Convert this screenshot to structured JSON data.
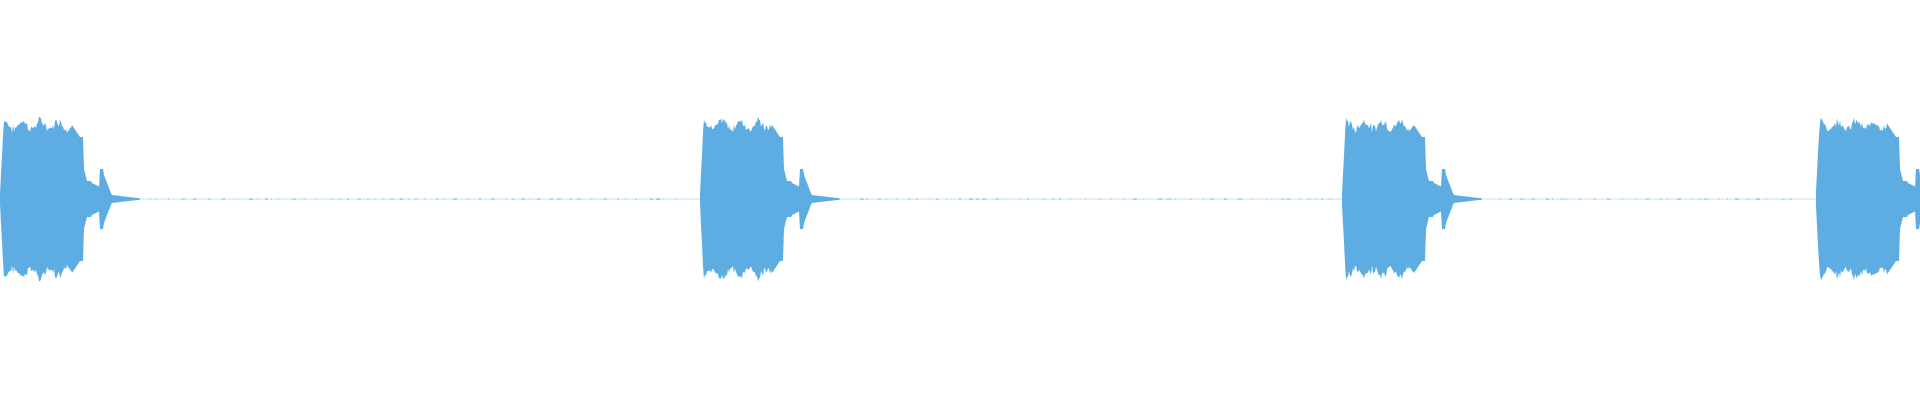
{
  "waveform": {
    "color": "#5DADE2",
    "background": "#ffffff",
    "segment_count": 4,
    "segments": [
      {
        "name": "burst-1",
        "state": "sound"
      },
      {
        "name": "gap-1",
        "state": "near-silence"
      },
      {
        "name": "burst-2",
        "state": "sound"
      },
      {
        "name": "gap-2",
        "state": "near-silence"
      },
      {
        "name": "burst-3",
        "state": "sound"
      },
      {
        "name": "gap-3",
        "state": "near-silence"
      },
      {
        "name": "burst-4",
        "state": "sound"
      }
    ]
  }
}
